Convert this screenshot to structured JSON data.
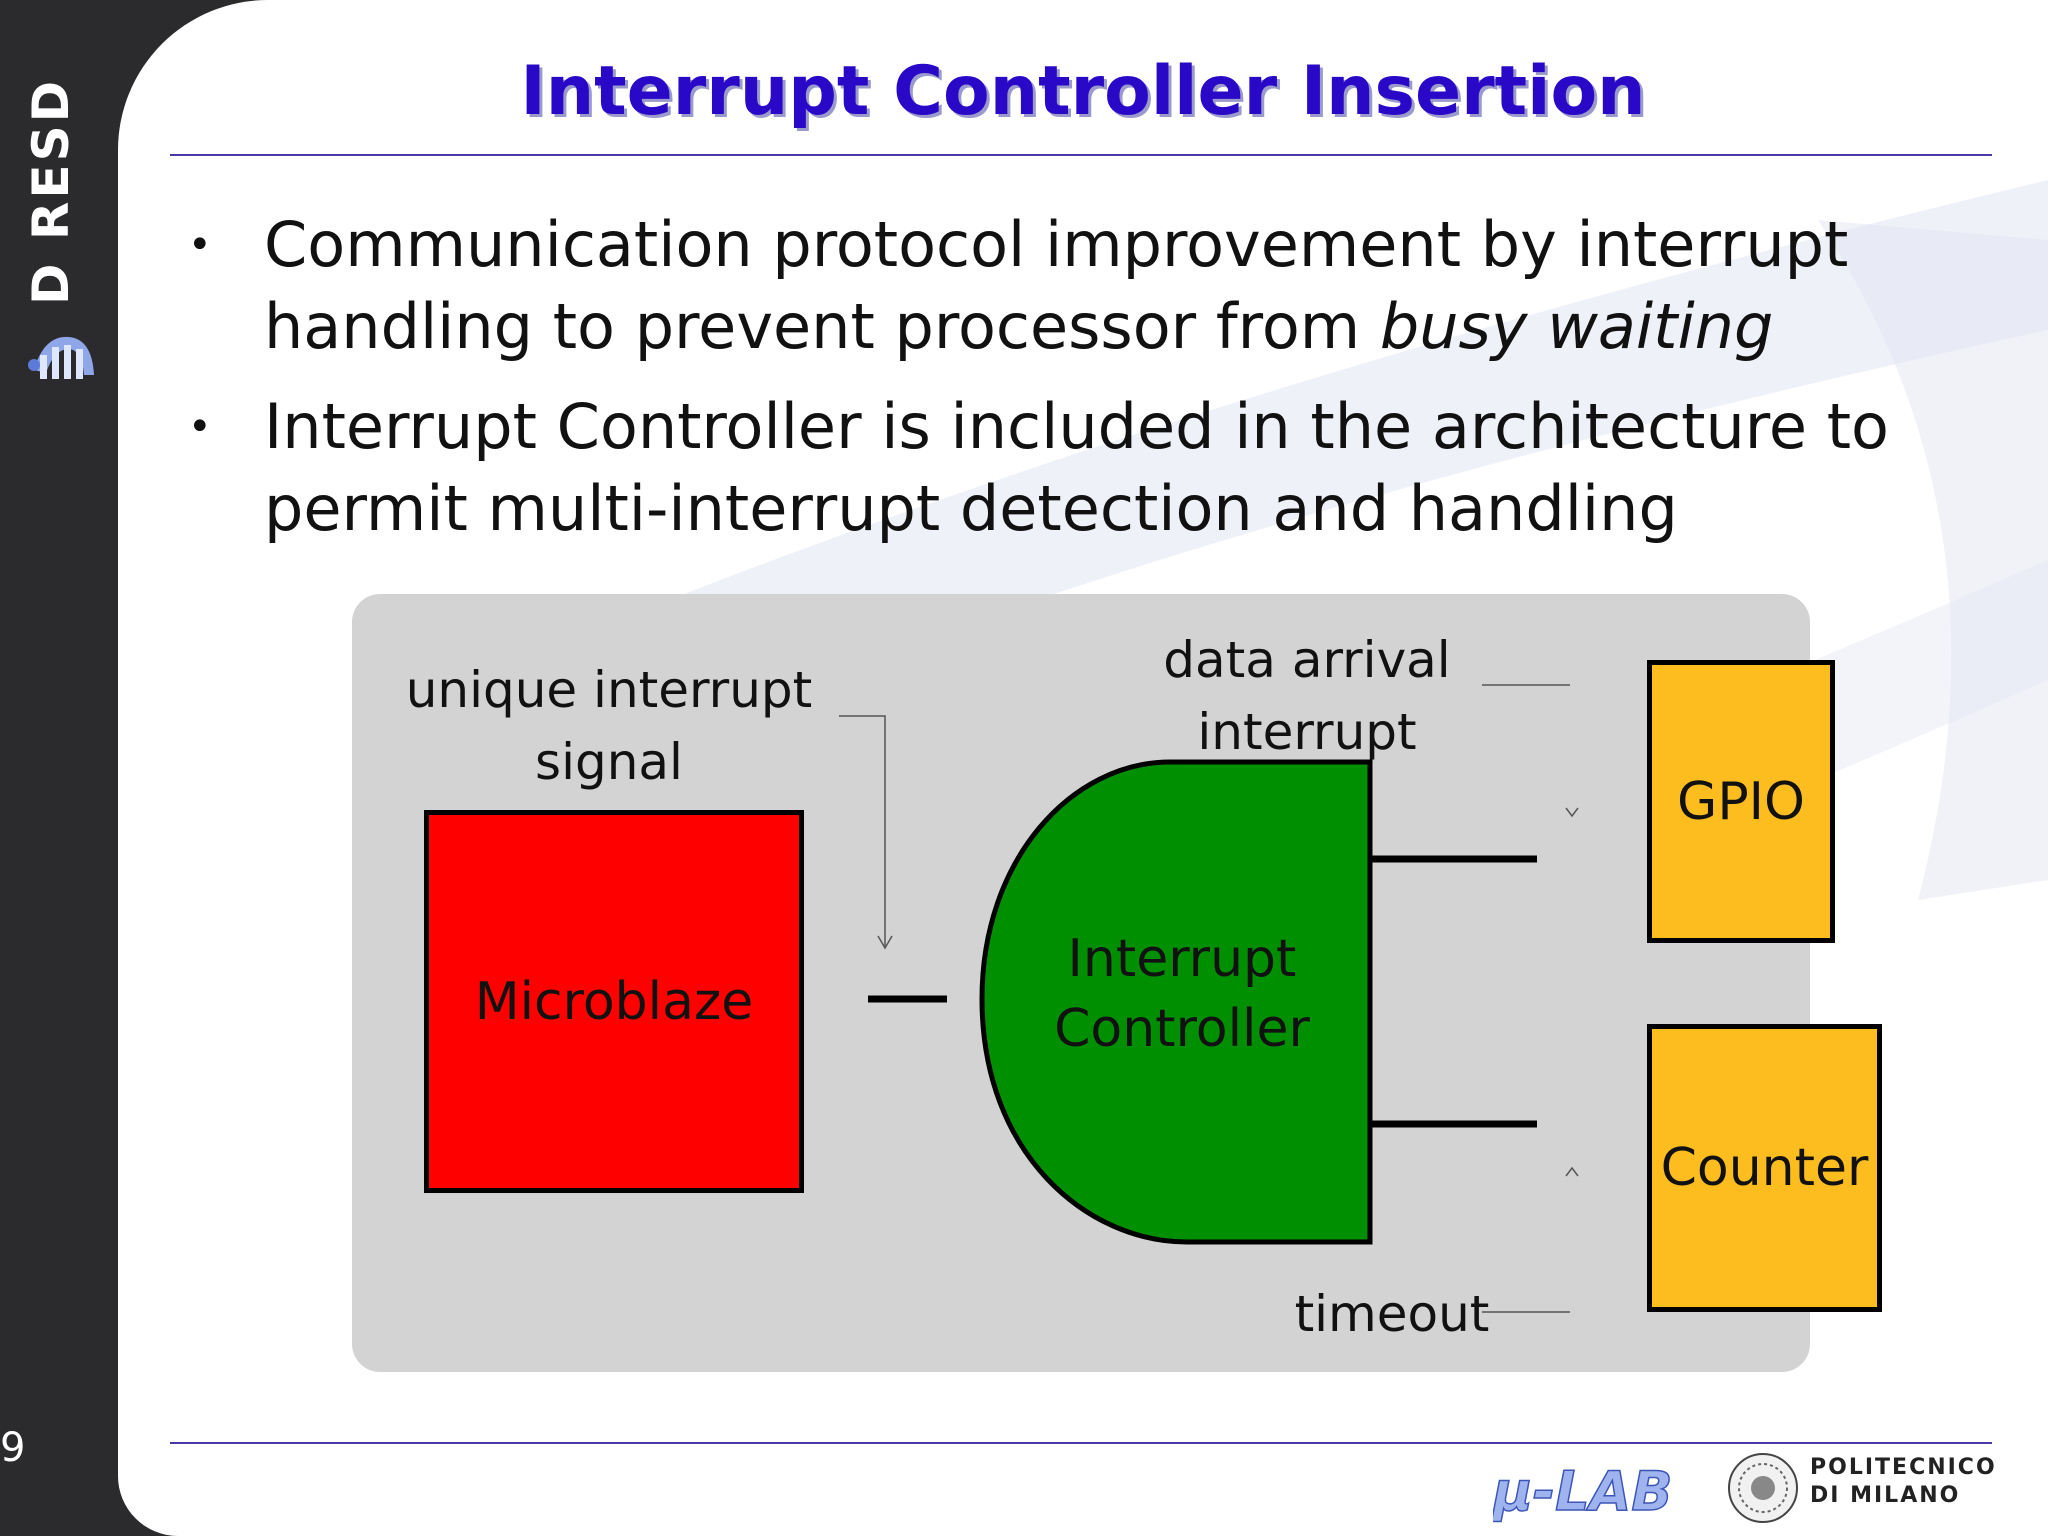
{
  "sidebar": {
    "logo_text": "D RESD",
    "page_number": "9"
  },
  "slide": {
    "title": "Interrupt Controller Insertion",
    "bullets": [
      {
        "text_before": "Communication protocol improvement by interrupt handling to prevent processor from ",
        "emphasis": "busy waiting",
        "text_after": ""
      },
      {
        "text_before": "Interrupt Controller is included in the architecture to permit multi-interrupt detection and handling",
        "emphasis": "",
        "text_after": ""
      }
    ]
  },
  "diagram": {
    "labels": {
      "unique_signal": "unique interrupt\nsignal",
      "data_arrival": "data arrival\ninterrupt",
      "timeout": "timeout"
    },
    "blocks": {
      "microblaze": "Microblaze",
      "interrupt_controller": "Interrupt\nController",
      "gpio": "GPIO",
      "counter": "Counter"
    },
    "colors": {
      "microblaze": "#ff0000",
      "interrupt_controller": "#008f00",
      "peripheral": "#fdbd1f",
      "background": "#d3d3d3"
    }
  },
  "footer": {
    "lab_logo": "μ-LAB",
    "university": "POLITECNICO\nDI MILANO"
  },
  "colors": {
    "title": "#2a08c8",
    "rule": "#4a3aa8",
    "sidebar": "#2b2b2d"
  }
}
